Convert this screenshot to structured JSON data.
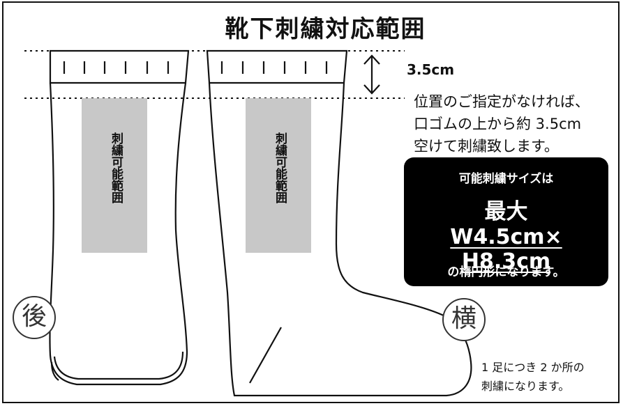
{
  "title": "靴下刺繍対応範囲",
  "measure_label": "3.5cm",
  "position_note": [
    "位置のご指定がなければ、",
    "口ゴムの上から約 3.5cm",
    "空けて刺繍致します。"
  ],
  "zone_label": "刺繍可能範囲",
  "info_box": {
    "heading": "可能刺繍サイズは",
    "emphasis": "最大",
    "size": "W4.5cm× H8.3cm",
    "footer": "の楕円形になります。"
  },
  "back_view_badge": "後",
  "side_view_badge": "横",
  "footnote": [
    "1 足につき 2 か所の",
    "刺繍になります。"
  ],
  "colors": {
    "zone": "#c8c8c8",
    "box": "#000000",
    "line": "#111111"
  }
}
